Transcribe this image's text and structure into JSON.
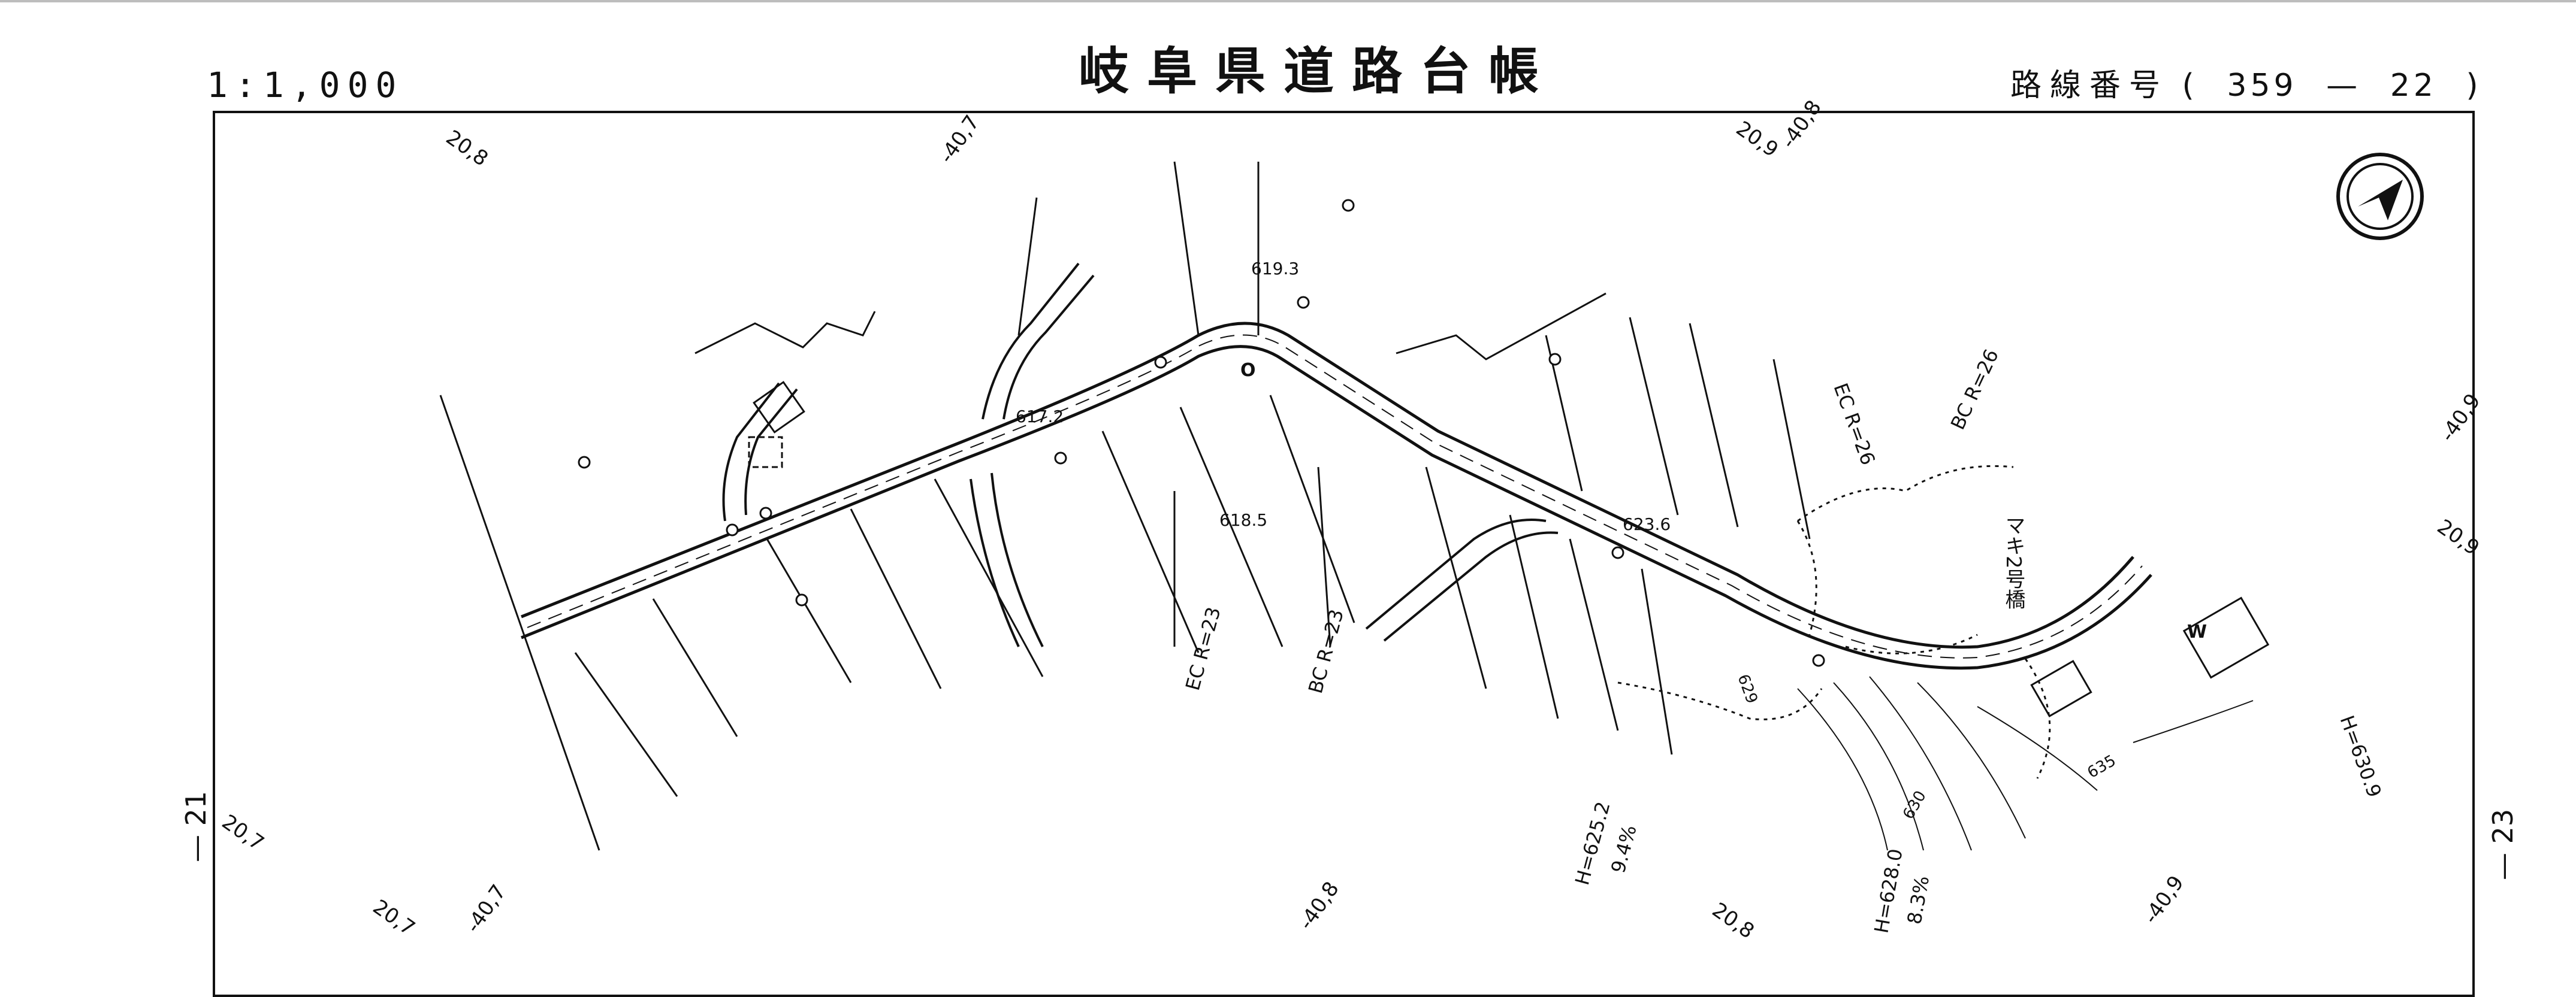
{
  "header": {
    "scale": "1:1,000",
    "title": "岐阜県道路台帳",
    "route_label": "路線番号",
    "route_open": "(",
    "route_number": "359",
    "route_dash": "—",
    "route_section": "22",
    "route_close": ")"
  },
  "edges": {
    "left_sheet": "— 21",
    "right_sheet": "— 23"
  },
  "map": {
    "north_arrow": "north-arrow-icon",
    "grid_labels": [
      "20,8",
      "-40,7",
      "20,9",
      "-40,8",
      "-40,9",
      "20,9",
      "20,7",
      "20,7",
      "-40,7",
      "-40,8",
      "20,8",
      "-40,9"
    ],
    "elevations": [
      "619.3",
      "617.2",
      "618.5",
      "623.6"
    ],
    "curve_labels": [
      "EC R=23",
      "BC R=23",
      "EC R=26",
      "BC R=26"
    ],
    "grade_labels": [
      "H=625.2",
      "9.4%",
      "H=628.0",
      "8.3%",
      "H=630.9"
    ],
    "contours": [
      "630",
      "635",
      "629"
    ],
    "bridge": "マキ2号橋",
    "marks": [
      "W",
      "O"
    ]
  }
}
